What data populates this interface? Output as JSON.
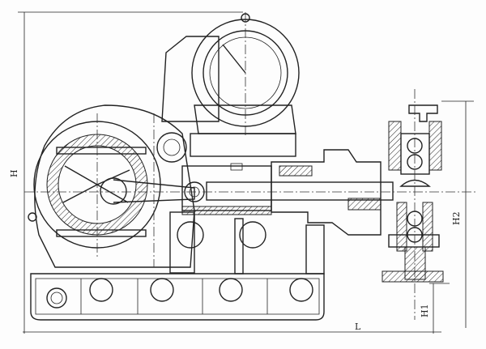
{
  "dimensions": {
    "height_total": "H",
    "height_axis": "H2",
    "height_outlet": "H1",
    "length": "L"
  }
}
